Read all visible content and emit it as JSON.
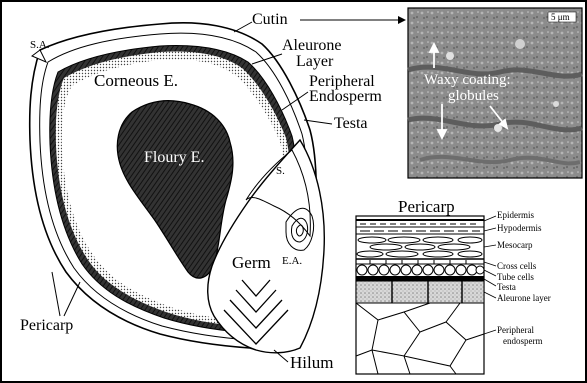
{
  "kernel": {
    "labels": {
      "cutin": "Cutin",
      "sa": "S.A.",
      "aleurone_1": "Aleurone",
      "aleurone_2": "Layer",
      "peripheral_1": "Peripheral",
      "peripheral_2": "Endosperm",
      "corneous": "Corneous E.",
      "testa": "Testa",
      "floury": "Floury E.",
      "scutellum": "S.",
      "ea": "E.A.",
      "germ": "Germ",
      "pericarp": "Pericarp",
      "hilum": "Hilum"
    }
  },
  "micrograph": {
    "scale_bar": "5 μm",
    "caption_1": "Waxy coating:",
    "caption_2": "globules"
  },
  "pericarp_detail": {
    "title": "Pericarp",
    "layers": [
      "Epidermis",
      "Hypodermis",
      "Mesocarp",
      "Cross cells",
      "Tube cells",
      "Testa",
      "Aleurone layer",
      "Peripheral",
      "endosperm"
    ]
  },
  "colors": {
    "line": "#000000",
    "background": "#ffffff",
    "micrograph": "#8a8a8a"
  }
}
